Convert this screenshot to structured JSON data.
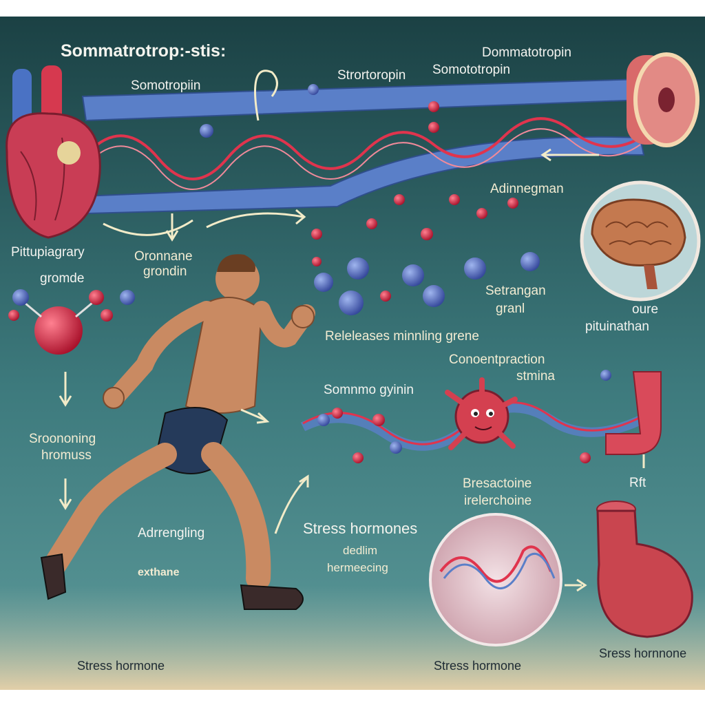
{
  "title": "Sommatrotrop:-stis:",
  "labels": {
    "somotropiin": "Somotropiin",
    "strortoropin": "Strortoropin",
    "somototropin": "Somototropin",
    "dommatotropin": "Dommatotropin",
    "adinnegman": "Adinnegman",
    "pittupiagrary_1": "Pittupiagrary",
    "pittupiagrary_2": "gromde",
    "oronnane_1": "Oronnane",
    "oronnane_2": "grondin",
    "setrangan_1": "Setrangan",
    "setrangan_2": "granl",
    "releases": "Releleases  minnling grene",
    "oure_1": "oure",
    "oure_2": "pituinathan",
    "concentpraction_1": "Conoentpraction",
    "concentpraction_2": "stmina",
    "somnmo": "Somnmo gyinin",
    "sroononing_1": "Sroononing",
    "sroononing_2": "hromuss",
    "bresactoine_1": "Bresactoine",
    "bresactoine_2": "irelerchoine",
    "rft": "Rft",
    "adrrengling": "Adrrengling",
    "exhane": "exthane",
    "stress_hormones": "Stress hormones",
    "dedlim_1": "dedlim",
    "dedlim_2": "hermeecing",
    "stress_hormone_left": "Stress  hormone",
    "stress_hormone_mid": "Stress  hormone",
    "stress_hormone_right": "Sress hornnone"
  },
  "colors": {
    "bg_top": "#1d4648",
    "bg_bottom": "#4f8e90",
    "vessel_blue": "#5a7fc8",
    "vessel_red": "#e0344d",
    "skin": "#c98a62",
    "ground": "#d9c7a3"
  }
}
